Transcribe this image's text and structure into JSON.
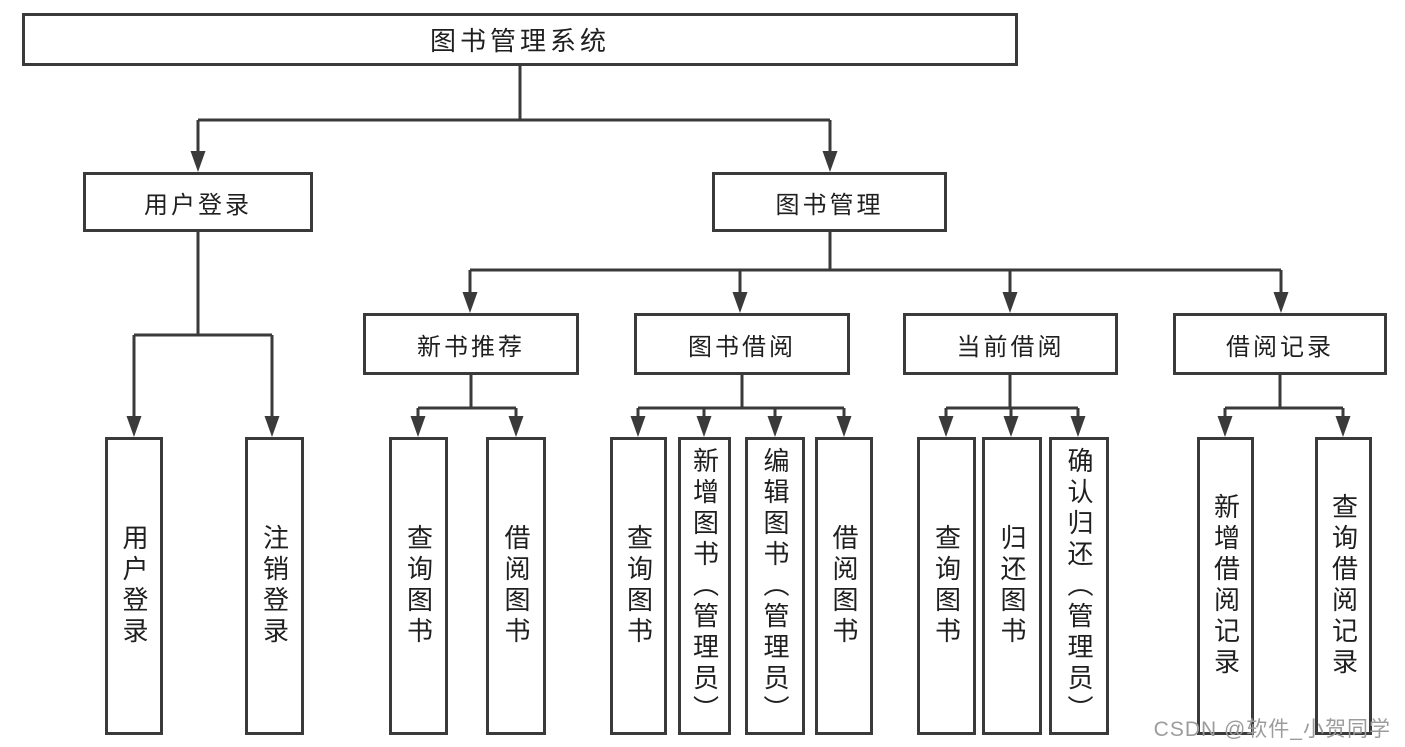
{
  "diagram": {
    "root": {
      "label": "图书管理系统",
      "children": [
        {
          "label": "用户登录",
          "children": [
            {
              "label": "用户登录"
            },
            {
              "label": "注销登录"
            }
          ]
        },
        {
          "label": "图书管理",
          "children": [
            {
              "label": "新书推荐",
              "children": [
                {
                  "label": "查询图书"
                },
                {
                  "label": "借阅图书"
                }
              ]
            },
            {
              "label": "图书借阅",
              "children": [
                {
                  "label": "查询图书"
                },
                {
                  "label": "新增图书（管理员）"
                },
                {
                  "label": "编辑图书（管理员）"
                },
                {
                  "label": "借阅图书"
                }
              ]
            },
            {
              "label": "当前借阅",
              "children": [
                {
                  "label": "查询图书"
                },
                {
                  "label": "归还图书"
                },
                {
                  "label": "确认归还（管理员）"
                }
              ]
            },
            {
              "label": "借阅记录",
              "children": [
                {
                  "label": "新增借阅记录"
                },
                {
                  "label": "查询借阅记录"
                }
              ]
            }
          ]
        }
      ]
    },
    "colors": {
      "line": "#3a3a3a",
      "text": "#1f1f1f",
      "background": "#ffffff",
      "watermark": "#9c9c9c"
    }
  },
  "watermark": {
    "text": "CSDN @软件_小贺同学"
  }
}
